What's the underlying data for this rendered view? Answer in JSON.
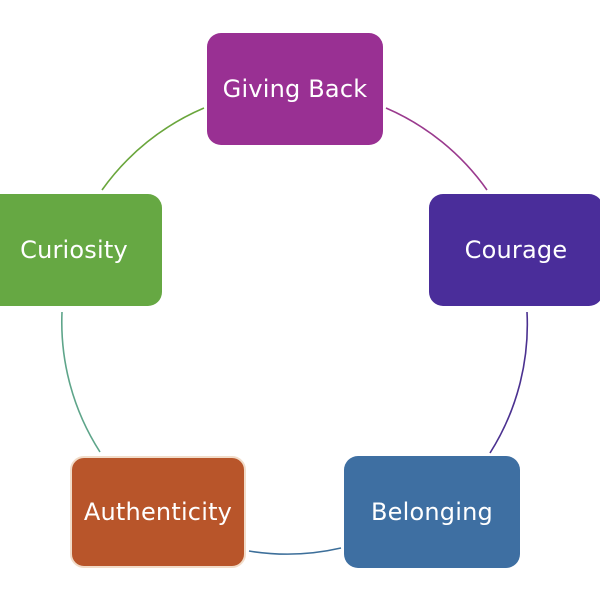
{
  "diagram": {
    "nodes": [
      {
        "id": "giving-back",
        "label": "Giving Back",
        "color": "#993093"
      },
      {
        "id": "courage",
        "label": "Courage",
        "color": "#4a2d9a"
      },
      {
        "id": "belonging",
        "label": "Belonging",
        "color": "#3e6fa2"
      },
      {
        "id": "authenticity",
        "label": "Authenticity",
        "color": "#b8552a"
      },
      {
        "id": "curiosity",
        "label": "Curiosity",
        "color": "#66a843"
      }
    ],
    "connectors": [
      {
        "from": "giving-back",
        "to": "courage",
        "color": "#9a3a8e"
      },
      {
        "from": "courage",
        "to": "belonging",
        "color": "#4b3190"
      },
      {
        "from": "belonging",
        "to": "authenticity",
        "color": "#3d6f9a"
      },
      {
        "from": "authenticity",
        "to": "curiosity",
        "color": "#5ea58a"
      },
      {
        "from": "curiosity",
        "to": "giving-back",
        "color": "#6aa63c"
      }
    ]
  }
}
